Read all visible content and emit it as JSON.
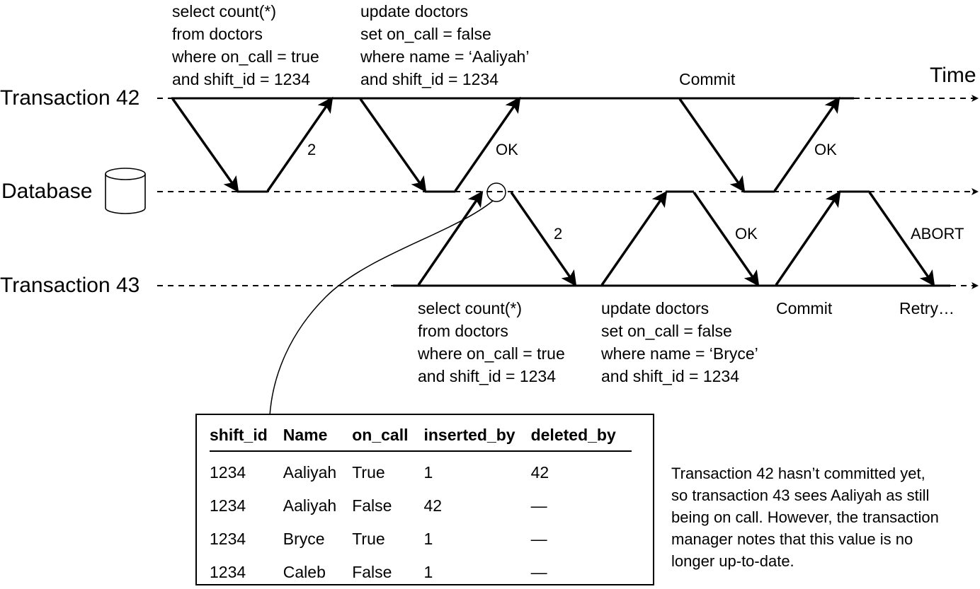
{
  "rows": {
    "tx42": "Transaction 42",
    "database": "Database",
    "tx43": "Transaction 43"
  },
  "time_label": "Time",
  "tx42_steps": {
    "select": [
      "select count(*)",
      "from doctors",
      "where on_call = true",
      "and shift_id = 1234"
    ],
    "update": [
      "update doctors",
      "set on_call = false",
      "where name = ‘Aaliyah’",
      "and shift_id = 1234"
    ],
    "commit": "Commit"
  },
  "tx42_responses": [
    "2",
    "OK",
    "OK"
  ],
  "tx43_steps": {
    "select": [
      "select count(*)",
      "from doctors",
      "where on_call = true",
      "and shift_id = 1234"
    ],
    "update": [
      "update doctors",
      "set on_call = false",
      "where name = ‘Bryce’",
      "and shift_id = 1234"
    ],
    "commit": "Commit",
    "retry": "Retry…"
  },
  "tx43_responses": [
    "2",
    "OK",
    "ABORT"
  ],
  "table": {
    "headers": [
      "shift_id",
      "Name",
      "on_call",
      "inserted_by",
      "deleted_by"
    ],
    "rows": [
      [
        "1234",
        "Aaliyah",
        "True",
        "1",
        "42"
      ],
      [
        "1234",
        "Aaliyah",
        "False",
        "42",
        "—"
      ],
      [
        "1234",
        "Bryce",
        "True",
        "1",
        "—"
      ],
      [
        "1234",
        "Caleb",
        "False",
        "1",
        "—"
      ]
    ]
  },
  "note": [
    "Transaction 42 hasn’t committed yet,",
    "so transaction 43 sees Aaliyah as still",
    "being on call. However, the transaction",
    "manager notes that this value is no",
    "longer up-to-date."
  ]
}
